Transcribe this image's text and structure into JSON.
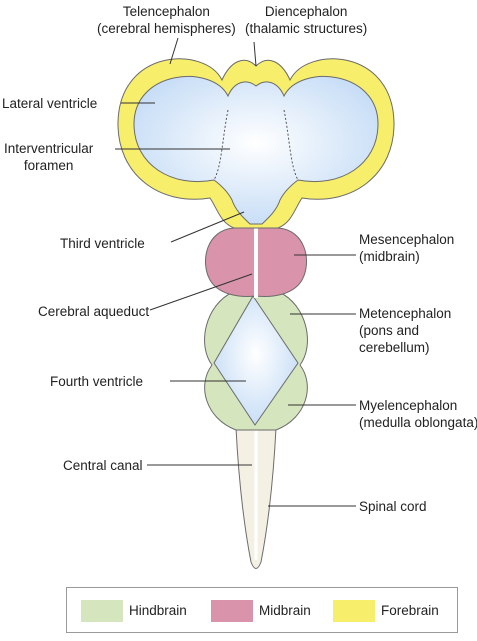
{
  "labels": {
    "telencephalon": [
      "Telencephalon",
      "(cerebral hemispheres)"
    ],
    "diencephalon": [
      "Diencephalon",
      "(thalamic structures)"
    ],
    "lateral_ventricle": [
      "Lateral ventricle"
    ],
    "interventricular_foramen": [
      "Interventricular",
      "foramen"
    ],
    "third_ventricle": [
      "Third ventricle"
    ],
    "mesencephalon": [
      "Mesencephalon",
      "(midbrain)"
    ],
    "cerebral_aqueduct": [
      "Cerebral aqueduct"
    ],
    "metencephalon": [
      "Metencephalon",
      "(pons and",
      "cerebellum)"
    ],
    "fourth_ventricle": [
      "Fourth ventricle"
    ],
    "myelencephalon": [
      "Myelencephalon",
      "(medulla oblongata)"
    ],
    "central_canal": [
      "Central canal"
    ],
    "spinal_cord": [
      "Spinal cord"
    ]
  },
  "legend": [
    {
      "label": "Hindbrain",
      "color": "#d5e6be"
    },
    {
      "label": "Midbrain",
      "color": "#d993ab"
    },
    {
      "label": "Forebrain",
      "color": "#f7ee6b"
    }
  ],
  "colors": {
    "forebrain": "#f7ee6b",
    "midbrain": "#d993ab",
    "hindbrain": "#d5e6be",
    "ventricle": "#cfe2f8",
    "spinal_cord": "#f4f1e4",
    "outline": "#6b6b6b"
  }
}
